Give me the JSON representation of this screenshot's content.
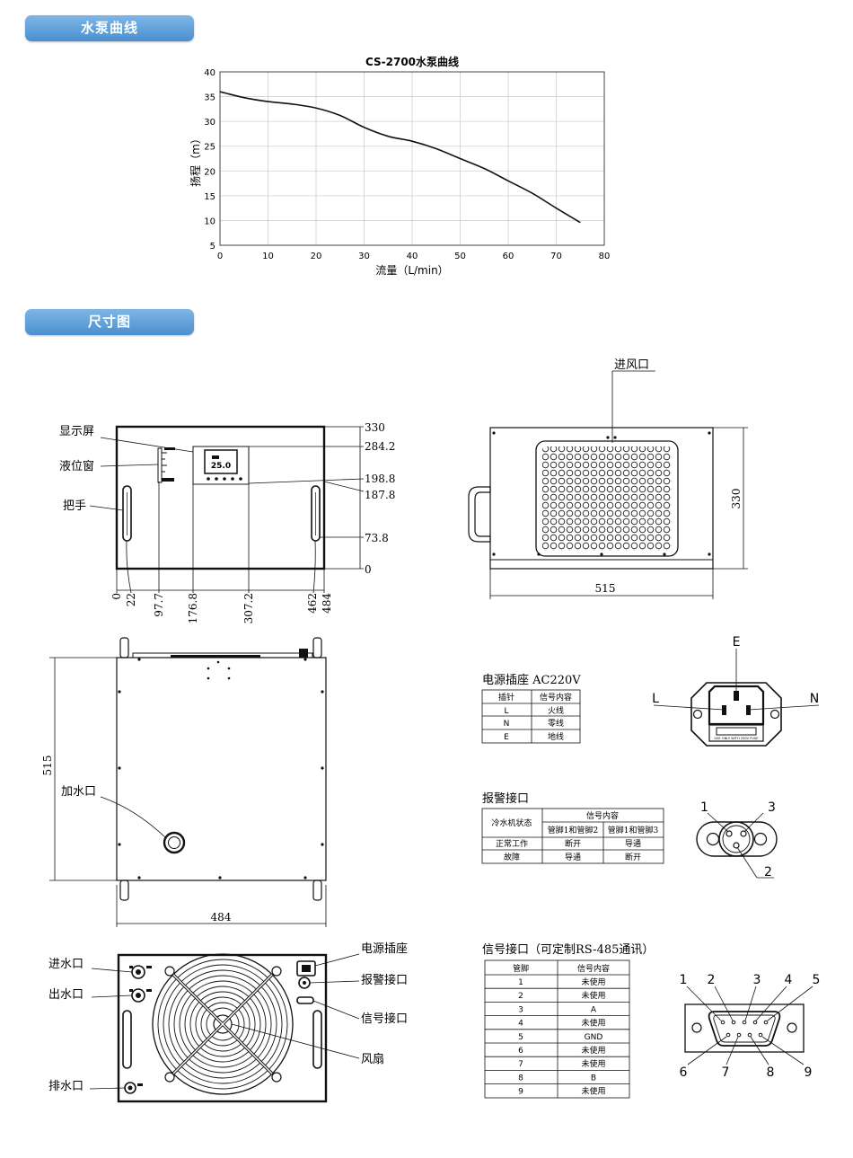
{
  "sections": {
    "pump_curve": "水泵曲线",
    "dimensions": "尺寸图"
  },
  "chart_data": {
    "type": "line",
    "title": "CS-2700水泵曲线",
    "xlabel": "流量（L/min）",
    "ylabel": "扬程（m）",
    "xlim": [
      0,
      80
    ],
    "ylim": [
      5,
      40
    ],
    "xticks": [
      0,
      10,
      20,
      30,
      40,
      50,
      60,
      70,
      80
    ],
    "yticks": [
      5,
      10,
      15,
      20,
      25,
      30,
      35,
      40
    ],
    "grid": true,
    "series": [
      {
        "x": [
          0,
          5,
          10,
          15,
          20,
          25,
          30,
          35,
          40,
          45,
          50,
          55,
          60,
          65,
          70,
          75
        ],
        "y": [
          36,
          34.8,
          34,
          33.5,
          32.7,
          31.2,
          28.8,
          27,
          26,
          24.5,
          22.5,
          20.5,
          18,
          15.5,
          12.5,
          9.6
        ]
      }
    ]
  },
  "front_view": {
    "labels": {
      "display": "显示屏",
      "level": "液位窗",
      "handle": "把手"
    },
    "right_dims": [
      "330",
      "284.2",
      "198.8",
      "187.8",
      "73.8",
      "0"
    ],
    "bottom_dims": [
      "0",
      "22",
      "97.7",
      "176.8",
      "307.2",
      "462",
      "484"
    ],
    "display_value": "25.0"
  },
  "side_view": {
    "label": "进风口",
    "width": "515",
    "height": "330"
  },
  "top_view": {
    "label": "加水口",
    "depth": "515",
    "width": "484"
  },
  "rear_view": {
    "labels": {
      "water_in": "进水口",
      "water_out": "出水口",
      "drain": "排水口",
      "power": "电源插座",
      "alarm": "报警接口",
      "signal": "信号接口",
      "fan": "风扇"
    }
  },
  "power_table": {
    "title": "电源插座 AC220V",
    "headers": [
      "插针",
      "信号内容"
    ],
    "rows": [
      [
        "L",
        "火线"
      ],
      [
        "N",
        "零线"
      ],
      [
        "E",
        "地线"
      ]
    ],
    "diagram": {
      "e": "E",
      "l": "L",
      "n": "N",
      "fuse_text": "USE ONLY WITH 250V FUSE"
    }
  },
  "alarm_table": {
    "title": "报警接口",
    "header_state": "冷水机状态",
    "header_signal": "信号内容",
    "sub_headers": [
      "管脚1和管脚2",
      "管脚1和管脚3"
    ],
    "rows": [
      [
        "正常工作",
        "断开",
        "导通"
      ],
      [
        "故障",
        "导通",
        "断开"
      ]
    ],
    "pins": [
      "1",
      "2",
      "3"
    ]
  },
  "signal_table": {
    "title": "信号接口（可定制RS-485通讯）",
    "headers": [
      "管脚",
      "信号内容"
    ],
    "rows": [
      [
        "1",
        "未使用"
      ],
      [
        "2",
        "未使用"
      ],
      [
        "3",
        "A"
      ],
      [
        "4",
        "未使用"
      ],
      [
        "5",
        "GND"
      ],
      [
        "6",
        "未使用"
      ],
      [
        "7",
        "未使用"
      ],
      [
        "8",
        "B"
      ],
      [
        "9",
        "未使用"
      ]
    ],
    "pins_top": [
      "1",
      "2",
      "3",
      "4",
      "5"
    ],
    "pins_bottom": [
      "6",
      "7",
      "8",
      "9"
    ]
  }
}
